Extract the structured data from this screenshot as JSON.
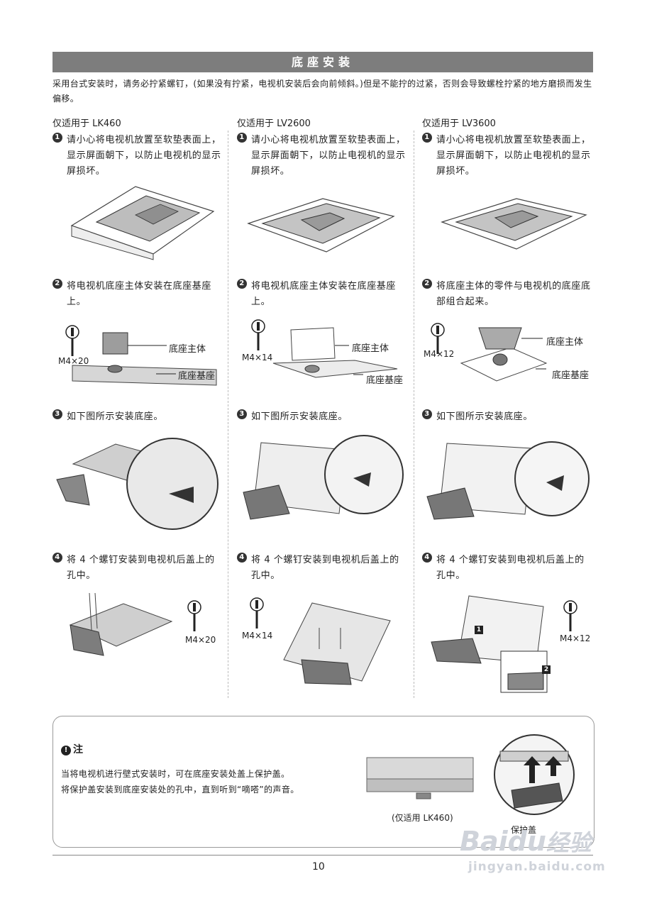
{
  "header": {
    "title": "底座安装"
  },
  "intro": "采用台式安装时，请务必拧紧螺钉，(如果没有拧紧，电视机安装后会向前倾斜。)但是不能拧的过紧，否则会导致螺栓拧紧的地方磨损而发生偏移。",
  "columns": [
    {
      "heading": "仅适用于 LK460",
      "steps": [
        {
          "num": "1",
          "text": "请小心将电视机放置至软垫表面上，显示屏面朝下，以防止电视机的显示屏损坏。"
        },
        {
          "num": "2",
          "text": "将电视机底座主体安装在底座基座上。"
        },
        {
          "num": "3",
          "text": "如下图所示安装底座。"
        },
        {
          "num": "4",
          "text": "将 4 个螺钉安装到电视机后盖上的孔中。"
        }
      ],
      "screw": "M4×20",
      "screw2": "M4×20",
      "part_main": "底座主体",
      "part_base": "底座基座"
    },
    {
      "heading": "仅适用于 LV2600",
      "steps": [
        {
          "num": "1",
          "text": "请小心将电视机放置至软垫表面上，显示屏面朝下，以防止电视机的显示屏损坏。"
        },
        {
          "num": "2",
          "text": "将电视机底座主体安装在底座基座上。"
        },
        {
          "num": "3",
          "text": "如下图所示安装底座。"
        },
        {
          "num": "4",
          "text": "将 4 个螺钉安装到电视机后盖上的孔中。"
        }
      ],
      "screw": "M4×14",
      "screw2": "M4×14",
      "part_main": "底座主体",
      "part_base": "底座基座"
    },
    {
      "heading": "仅适用于 LV3600",
      "steps": [
        {
          "num": "1",
          "text": "请小心将电视机放置至软垫表面上，显示屏面朝下，以防止电视机的显示屏损坏。"
        },
        {
          "num": "2",
          "text": "将底座主体的零件与电视机的底座底部组合起来。"
        },
        {
          "num": "3",
          "text": "如下图所示安装底座。"
        },
        {
          "num": "4",
          "text": "将 4 个螺钉安装到电视机后盖上的孔中。"
        }
      ],
      "screw": "M4×12",
      "screw2": "M4×12",
      "part_main": "底座主体",
      "part_base": "底座基座",
      "callouts": [
        "1",
        "2"
      ]
    }
  ],
  "note": {
    "icon": "!",
    "title": "注",
    "lines": [
      "当将电视机进行壁式安装时，可在底座安装处盖上保护盖。",
      "将保护盖安装到底座安装处的孔中，直到听到“嘀嗒”的声音。"
    ],
    "caption": "(仅适用 LK460)",
    "cover_label": "保护盖"
  },
  "page_number": "10",
  "watermark": {
    "brand": "Bai",
    "brand2": "du",
    "cn": "经验",
    "url": "jingyan.baidu.com"
  }
}
